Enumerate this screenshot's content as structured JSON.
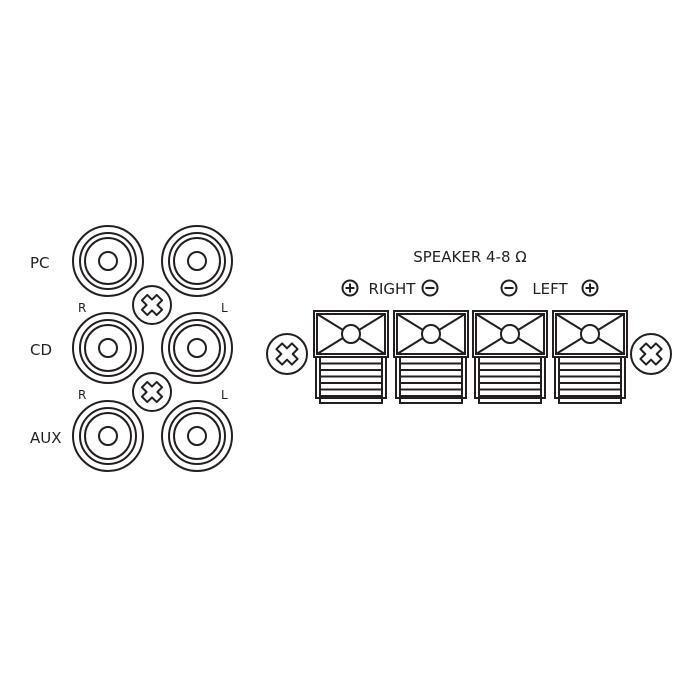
{
  "inputs": {
    "rows": [
      {
        "label": "PC"
      },
      {
        "label": "CD"
      },
      {
        "label": "AUX"
      }
    ],
    "channel_right": "R",
    "channel_left": "L"
  },
  "speaker": {
    "title": "SPEAKER 4-8 Ω",
    "right_label": "RIGHT",
    "left_label": "LEFT",
    "terminals": [
      {
        "polarity": "plus",
        "channel": "right"
      },
      {
        "polarity": "minus",
        "channel": "right"
      },
      {
        "polarity": "minus",
        "channel": "left"
      },
      {
        "polarity": "plus",
        "channel": "left"
      }
    ]
  },
  "colors": {
    "line": "#231f20",
    "background": "#ffffff"
  }
}
